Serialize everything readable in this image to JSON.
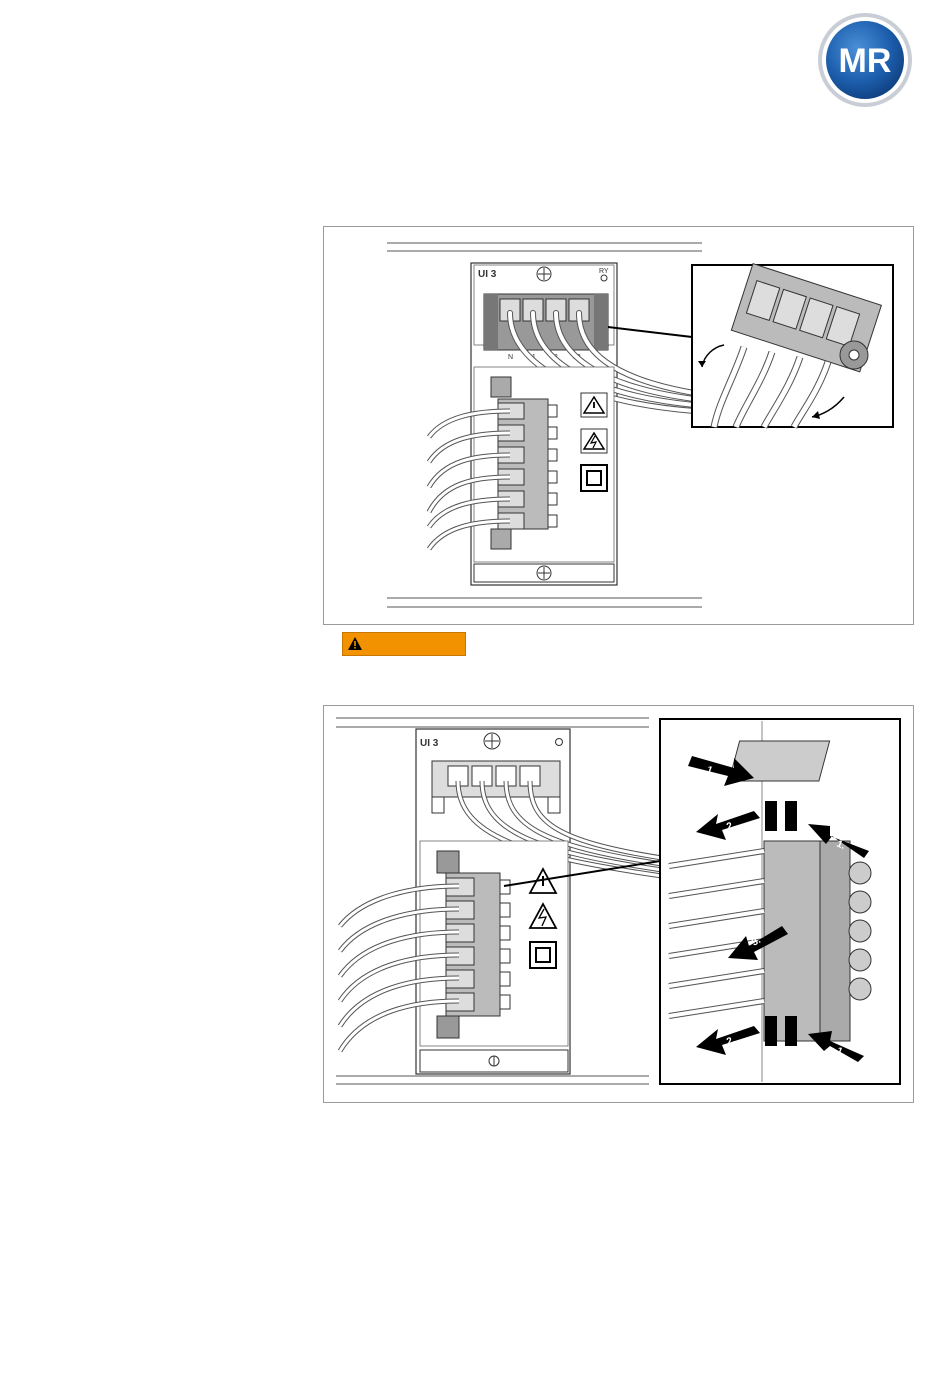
{
  "header": {
    "logo_text": "MR"
  },
  "figure1": {
    "module_label": "UI 3",
    "corner_label": "RY",
    "terminal_labels": [
      "N",
      "L1",
      "L2",
      "L3"
    ]
  },
  "warning": {
    "icon": "warning-triangle-icon",
    "color": "#f39200"
  },
  "figure2": {
    "module_label": "UI 3",
    "step_labels": [
      "1.",
      "2.",
      "1.",
      "3.",
      "2.",
      "1."
    ]
  }
}
